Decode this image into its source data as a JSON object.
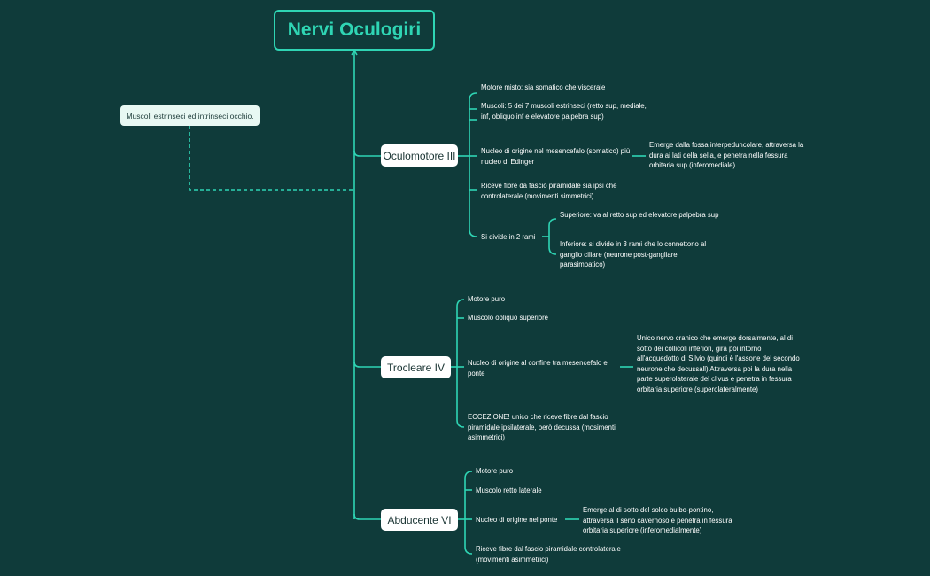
{
  "root": {
    "title": "Nervi Oculogiri"
  },
  "floating_note": {
    "text": "Muscoli estrinseci ed intrinseci occhio."
  },
  "branches": [
    {
      "label": "Oculomotore III",
      "items": [
        {
          "text": "Motore misto: sia somatico che viscerale"
        },
        {
          "text": "Muscoli: 5 dei 7 muscoli estrinseci (retto sup, mediale, inf, obliquo inf e elevatore palpebra sup)"
        },
        {
          "text": "Nucleo di origine nel mesencefalo (somatico) più nucleo di Edinger",
          "detail": "Emerge dalla fossa interpeduncolare, attraversa la dura ai lati della sella, e penetra nella fessura orbitaria sup (inferomediale)"
        },
        {
          "text": "Riceve fibre da fascio piramidale sia ipsi che controlaterale (movimenti simmetrici)"
        },
        {
          "text": "Si divide in 2 rami",
          "children": [
            "Superiore: va al retto sup ed elevatore palpebra sup",
            "Inferiore: si divide in 3 rami che lo connettono al ganglio ciliare (neurone post-gangliare parasimpatico)"
          ]
        }
      ]
    },
    {
      "label": "Trocleare IV",
      "items": [
        {
          "text": "Motore puro"
        },
        {
          "text": "Muscolo obliquo superiore"
        },
        {
          "text": "Nucleo di origine al confine tra mesencefalo e ponte",
          "detail": "Unico nervo cranico che emerge dorsalmente, al di sotto dei collicoli inferiori, gira poi intorno all'acquedotto di Silvio (quindi è l'assone del secondo neurone che decussall) Attraversa poi la dura nella parte superolaterale del clivus e penetra in fessura orbitaria superiore (superolateralmente)"
        },
        {
          "text": "ECCEZIONE! unico che riceve fibre dal fascio piramidale ipsilaterale, però decussa (mosimenti asimmetrici)"
        }
      ]
    },
    {
      "label": "Abducente VI",
      "items": [
        {
          "text": "Motore puro"
        },
        {
          "text": "Muscolo retto laterale"
        },
        {
          "text": "Nucleo di origine nel ponte",
          "detail": "Emerge al di sotto del solco bulbo-pontino, attraversa il seno cavernoso e penetra in fessura orbitaria superiore (inferomedialmente)"
        },
        {
          "text": "Riceve fibre dal fascio piramidale controlaterale (movimenti asimmetrici)"
        }
      ]
    }
  ],
  "colors": {
    "background": "#0f3b3a",
    "accent": "#2fd5b4",
    "node_fill": "#ffffff",
    "note_fill": "#e8f8f3"
  }
}
